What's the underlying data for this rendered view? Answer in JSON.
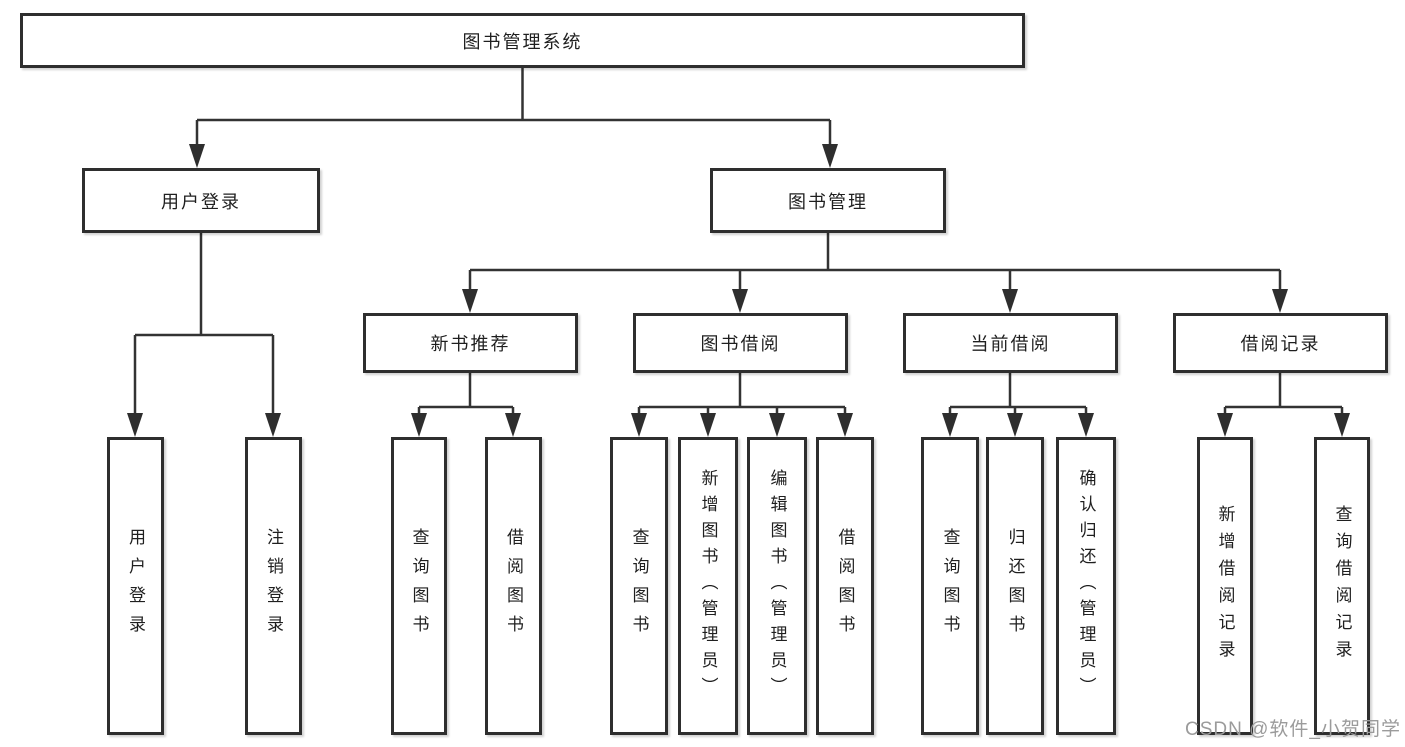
{
  "diagram": {
    "title": "图书管理系统",
    "branches": {
      "user": {
        "label": "用户登录",
        "children": [
          "用户登录",
          "注销登录"
        ]
      },
      "book": {
        "label": "图书管理",
        "groups": [
          {
            "label": "新书推荐",
            "children": [
              "查询图书",
              "借阅图书"
            ]
          },
          {
            "label": "图书借阅",
            "children": [
              "查询图书",
              "新增图书（管理员）",
              "编辑图书（管理员）",
              "借阅图书"
            ]
          },
          {
            "label": "当前借阅",
            "children": [
              "查询图书",
              "归还图书",
              "确认归还（管理员）"
            ]
          },
          {
            "label": "借阅记录",
            "children": [
              "新增借阅记录",
              "查询借阅记录"
            ]
          }
        ]
      }
    }
  },
  "watermark": "CSDN @软件_小贺同学",
  "colors": {
    "background": "#ffffff",
    "box_border": "#2e2e2e",
    "connector_line": "#333333",
    "text": "#1f1f1f",
    "watermark_text": "#9b9b9b"
  }
}
